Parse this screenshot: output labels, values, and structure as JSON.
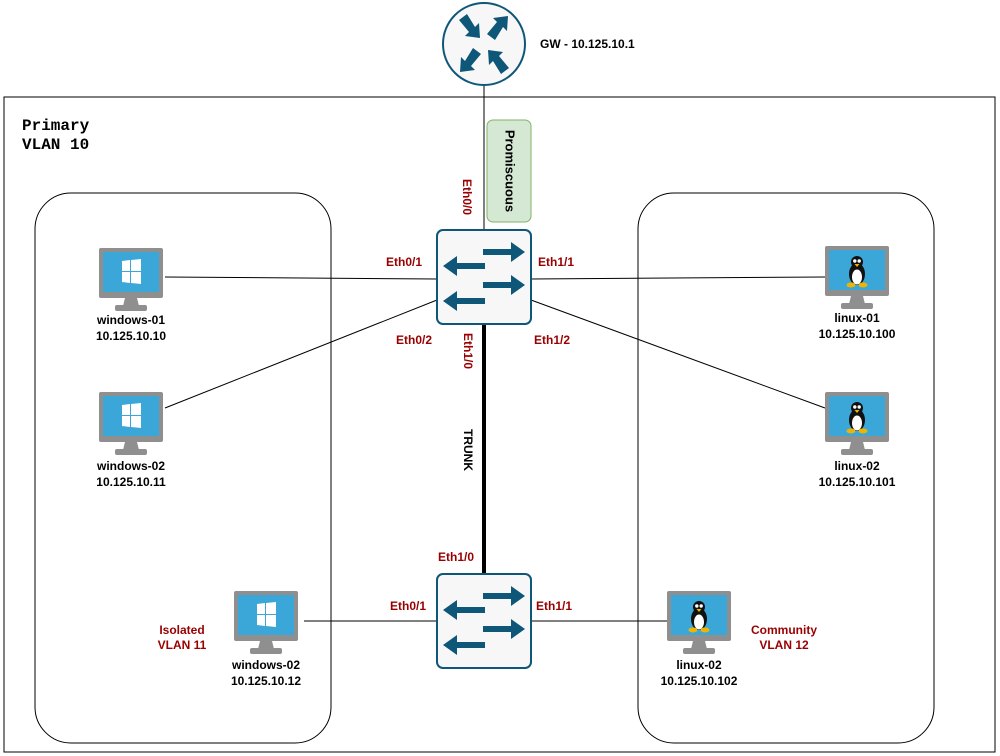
{
  "gateway": {
    "label": "GW - 10.125.10.1"
  },
  "primary_vlan": {
    "line1": "Primary",
    "line2": "VLAN 10"
  },
  "promiscuous_label": "Promiscuous",
  "trunk_label": "TRUNK",
  "isolated_group": {
    "line1": "Isolated",
    "line2": "VLAN 11"
  },
  "community_group": {
    "line1": "Community",
    "line2": "VLAN 12"
  },
  "ports": {
    "top_eth0_0": "Eth0/0",
    "top_eth0_1": "Eth0/1",
    "top_eth0_2": "Eth0/2",
    "top_eth1_0": "Eth1/0",
    "top_eth1_1": "Eth1/1",
    "top_eth1_2": "Eth1/2",
    "bottom_eth1_0": "Eth1/0",
    "bottom_eth0_1": "Eth0/1",
    "bottom_eth1_1": "Eth1/1"
  },
  "hosts": [
    {
      "name": "windows-01",
      "ip": "10.125.10.10",
      "os": "windows"
    },
    {
      "name": "windows-02",
      "ip": "10.125.10.11",
      "os": "windows"
    },
    {
      "name": "windows-02",
      "ip": "10.125.10.12",
      "os": "windows"
    },
    {
      "name": "linux-01",
      "ip": "10.125.10.100",
      "os": "linux"
    },
    {
      "name": "linux-02",
      "ip": "10.125.10.101",
      "os": "linux"
    },
    {
      "name": "linux-02",
      "ip": "10.125.10.102",
      "os": "linux"
    }
  ],
  "colors": {
    "device_blue": "#0e5778",
    "device_bg": "#f7f7f7",
    "port_red": "#990000",
    "promisc_fill": "#d5e8d4",
    "promisc_stroke": "#82b366",
    "screen_blue": "#3ba6d8",
    "monitor_gray": "#8f8f8f"
  }
}
